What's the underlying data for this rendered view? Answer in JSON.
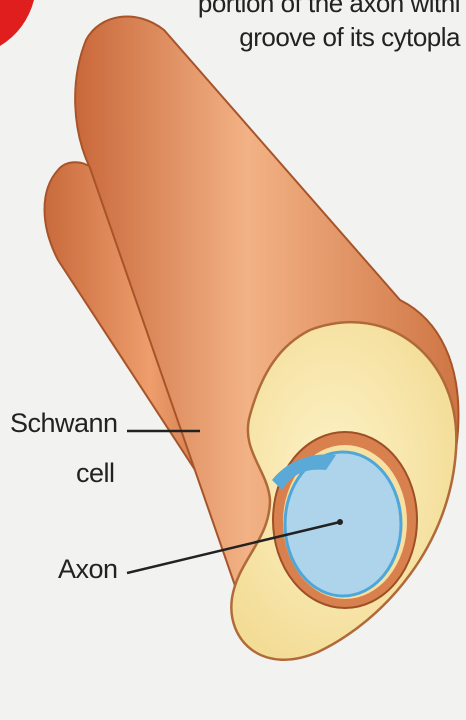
{
  "caption": {
    "line1": "portion of the axon withi",
    "line2": "groove of its cytopla"
  },
  "labels": {
    "schwann_line1": "Schwann",
    "schwann_line2": "cell",
    "axon": "Axon"
  },
  "colors": {
    "background": "#f2f2f0",
    "sheath_orange": "#dc8552",
    "sheath_shadow": "#b25a2c",
    "cytoplasm_cream": "#f8e6a8",
    "axon_blue": "#aed4ec",
    "axon_edge": "#4ea7d8",
    "badge_red": "#e01e1e"
  }
}
